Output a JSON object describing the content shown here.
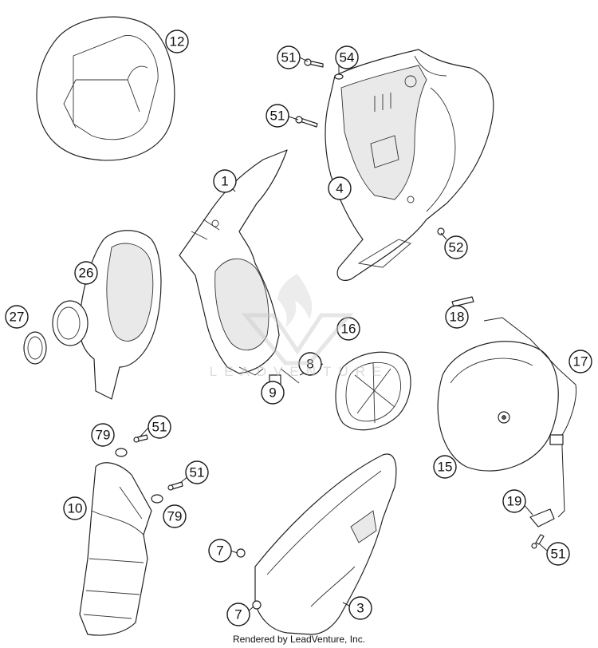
{
  "diagram": {
    "callouts": {
      "c12": "12",
      "c51a": "51",
      "c54": "54",
      "c51b": "51",
      "c1": "1",
      "c4": "4",
      "c52": "52",
      "c26": "26",
      "c27": "27",
      "c16": "16",
      "c18": "18",
      "c17": "17",
      "c8": "8",
      "c9": "9",
      "c15": "15",
      "c79a": "79",
      "c51c": "51",
      "c51d": "51",
      "c10": "10",
      "c79b": "79",
      "c19": "19",
      "c51e": "51",
      "c7a": "7",
      "c3": "3",
      "c7b": "7"
    },
    "watermark": "LEADVENTURE",
    "footer": "Rendered by LeadVenture, Inc."
  }
}
